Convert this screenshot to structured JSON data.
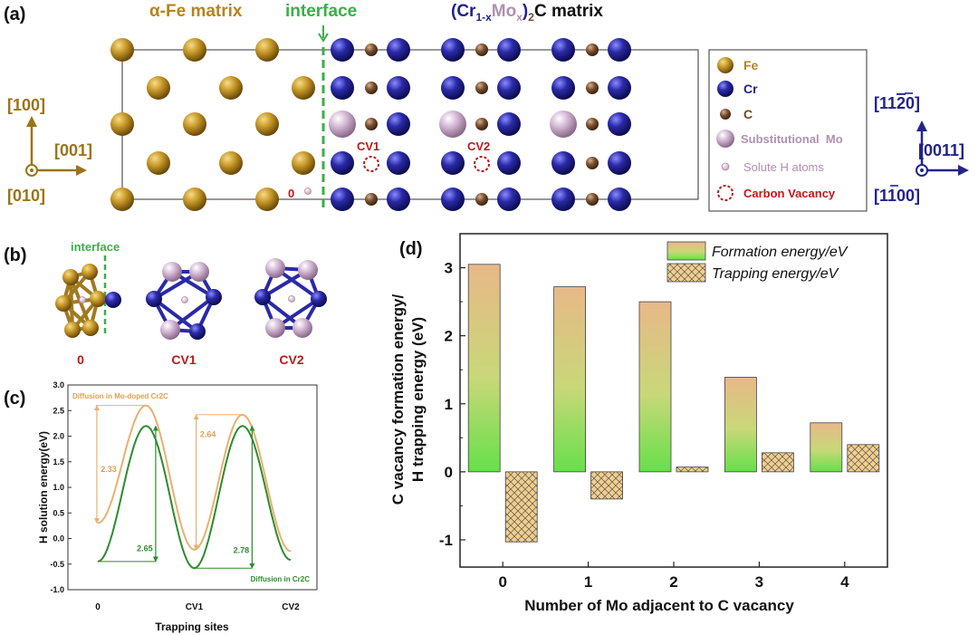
{
  "colors": {
    "fe": "#b5851f",
    "cr": "#23238c",
    "c": "#6e4a2a",
    "mo": "#c8a8c8",
    "h": "#d9b9cf",
    "interface": "#3cae4a",
    "red": "#c01818",
    "mo_text": "#b090b0",
    "orange": "#e0a050",
    "green": "#2e8b2e"
  },
  "panel_a": {
    "label": "(a)",
    "fe_matrix_title": "α-Fe matrix",
    "interface_title": "interface",
    "carbide_title": {
      "open": "(Cr",
      "sub1": "1-x",
      "mo": "Mo",
      "sub2": "x",
      "close": ")",
      "sub3": "2",
      "end": "C matrix"
    },
    "left_axes": {
      "up": "[100]",
      "right": "[001]",
      "out": "[010]"
    },
    "right_axes": {
      "up": "[11",
      "up_bar": "2",
      "up_end": "0]",
      "right": "[0011]",
      "out_start": "[1",
      "out_bar": "1",
      "out_end": "00]"
    },
    "site_labels": {
      "zero": "0",
      "cv1": "CV1",
      "cv2": "CV2"
    },
    "legend": [
      {
        "label": "Fe",
        "icon": "fe-atom"
      },
      {
        "label": "Cr",
        "icon": "cr-atom"
      },
      {
        "label": "C",
        "icon": "c-atom"
      },
      {
        "label": "Substitutional  Mo",
        "icon": "mo-atom"
      },
      {
        "label": "Solute H atoms",
        "icon": "h-atom"
      },
      {
        "label": "Carbon Vacancy",
        "icon": "vacancy-ring"
      }
    ]
  },
  "panel_b": {
    "label": "(b)",
    "interface_label": "interface",
    "cluster_labels": [
      "0",
      "CV1",
      "CV2"
    ]
  },
  "chart_data": [
    {
      "panel": "(c)",
      "type": "line",
      "ylabel": "H solution energy(eV)",
      "xlabel": "Trapping sites",
      "x_ticks": [
        "0",
        "CV1",
        "CV2"
      ],
      "ylim": [
        -1.0,
        3.0
      ],
      "y_ticks": [
        "3.0",
        "2.5",
        "2.0",
        "1.5",
        "1.0",
        "0.5",
        "0.0",
        "-0.5",
        "-1.0"
      ],
      "series": [
        {
          "name": "Diffusion in Mo-doped Cr2C",
          "color": "#e8b070",
          "x": [
            0,
            0.5,
            1.0,
            1.5,
            2.0
          ],
          "y": [
            0.3,
            2.6,
            -0.22,
            2.42,
            -0.25
          ]
        },
        {
          "name": "Diffusion in Cr2C",
          "color": "#2e8b2e",
          "x": [
            0,
            0.5,
            1.0,
            1.5,
            2.0
          ],
          "y": [
            -0.45,
            2.2,
            -0.58,
            2.2,
            -0.42
          ]
        }
      ],
      "annotations": [
        {
          "text": "2.33",
          "color": "#e0a050"
        },
        {
          "text": "2.64",
          "color": "#e0a050"
        },
        {
          "text": "2.65",
          "color": "#2e8b2e"
        },
        {
          "text": "2.78",
          "color": "#2e8b2e"
        }
      ]
    },
    {
      "panel": "(d)",
      "type": "bar",
      "categories": [
        "0",
        "1",
        "2",
        "3",
        "4"
      ],
      "xlabel": "Number of Mo adjacent to C vacancy",
      "ylabel": "C vacancy formation energy/ H trapping energy (eV)",
      "ylabel_lines": [
        "C vacancy formation energy/",
        "H trapping energy (eV)"
      ],
      "ylim": [
        -1.4,
        3.5
      ],
      "y_ticks": [
        "3",
        "2",
        "1",
        "0",
        "-1"
      ],
      "series": [
        {
          "name": "Formation energy/eV",
          "values": [
            3.05,
            2.72,
            2.5,
            1.39,
            0.72
          ]
        },
        {
          "name": "Trapping energy/eV",
          "values": [
            -1.03,
            -0.4,
            0.07,
            0.28,
            0.4
          ]
        }
      ],
      "legend_position": "top-right"
    }
  ]
}
